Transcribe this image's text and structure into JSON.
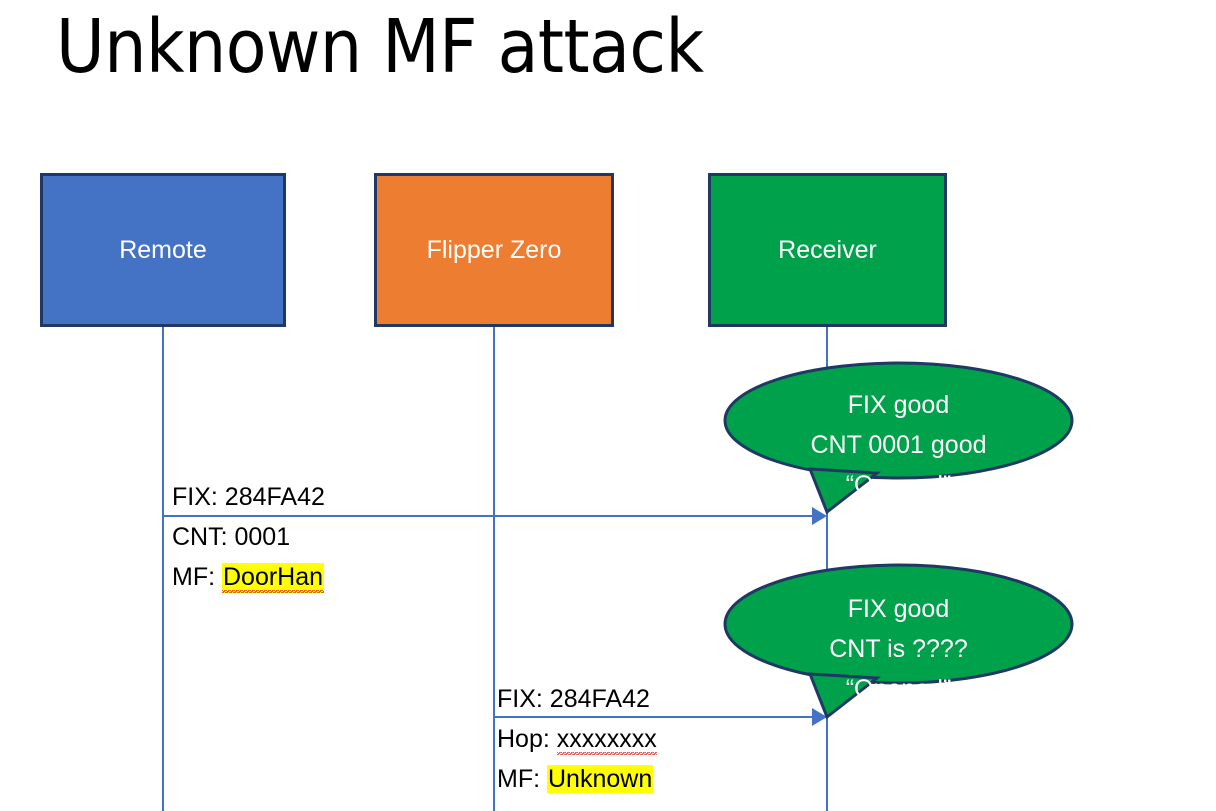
{
  "slide": {
    "title": "Unknown MF attack",
    "background": "#FFFFFF"
  },
  "colors": {
    "remote_fill": "#4472C4",
    "flipper_fill": "#ED7D31",
    "receiver_fill": "#00A14B",
    "box_border": "#1F3864",
    "lifeline": "#4472C4",
    "arrow": "#4472C4",
    "highlight": "#FFFF00",
    "bubble_fill": "#00A14B",
    "bubble_border": "#1F3864",
    "text_dark": "#000000",
    "text_light": "#FFFFFF"
  },
  "actors": [
    {
      "id": "remote",
      "label": "Remote"
    },
    {
      "id": "flipper",
      "label": "Flipper Zero"
    },
    {
      "id": "receiver",
      "label": "Receiver"
    }
  ],
  "messages": [
    {
      "id": "msg-remote-to-receiver",
      "from": "Remote",
      "to": "Receiver",
      "lines": [
        {
          "prefix": "FIX: ",
          "value": "284FA42",
          "highlight": false,
          "spellcheck_error": false
        },
        {
          "prefix": "CNT: ",
          "value": "0001",
          "highlight": false,
          "spellcheck_error": false
        },
        {
          "prefix": "MF: ",
          "value": "DoorHan",
          "highlight": true,
          "spellcheck_error": true
        }
      ]
    },
    {
      "id": "msg-flipper-to-receiver",
      "from": "Flipper Zero",
      "to": "Receiver",
      "lines": [
        {
          "prefix": "FIX: ",
          "value": "284FA42",
          "highlight": false,
          "spellcheck_error": false
        },
        {
          "prefix": "Hop: ",
          "value": "xxxxxxxx",
          "highlight": false,
          "spellcheck_error": true
        },
        {
          "prefix": "MF: ",
          "value": "Unknown",
          "highlight": true,
          "spellcheck_error": false
        }
      ]
    }
  ],
  "bubbles": [
    {
      "id": "bubble-first-reply",
      "owner": "Receiver",
      "lines": [
        "FIX good",
        "CNT 0001 good",
        "“Opened”"
      ]
    },
    {
      "id": "bubble-second-reply",
      "owner": "Receiver",
      "lines": [
        "FIX good",
        "CNT is ????",
        "“Opened”"
      ]
    }
  ]
}
